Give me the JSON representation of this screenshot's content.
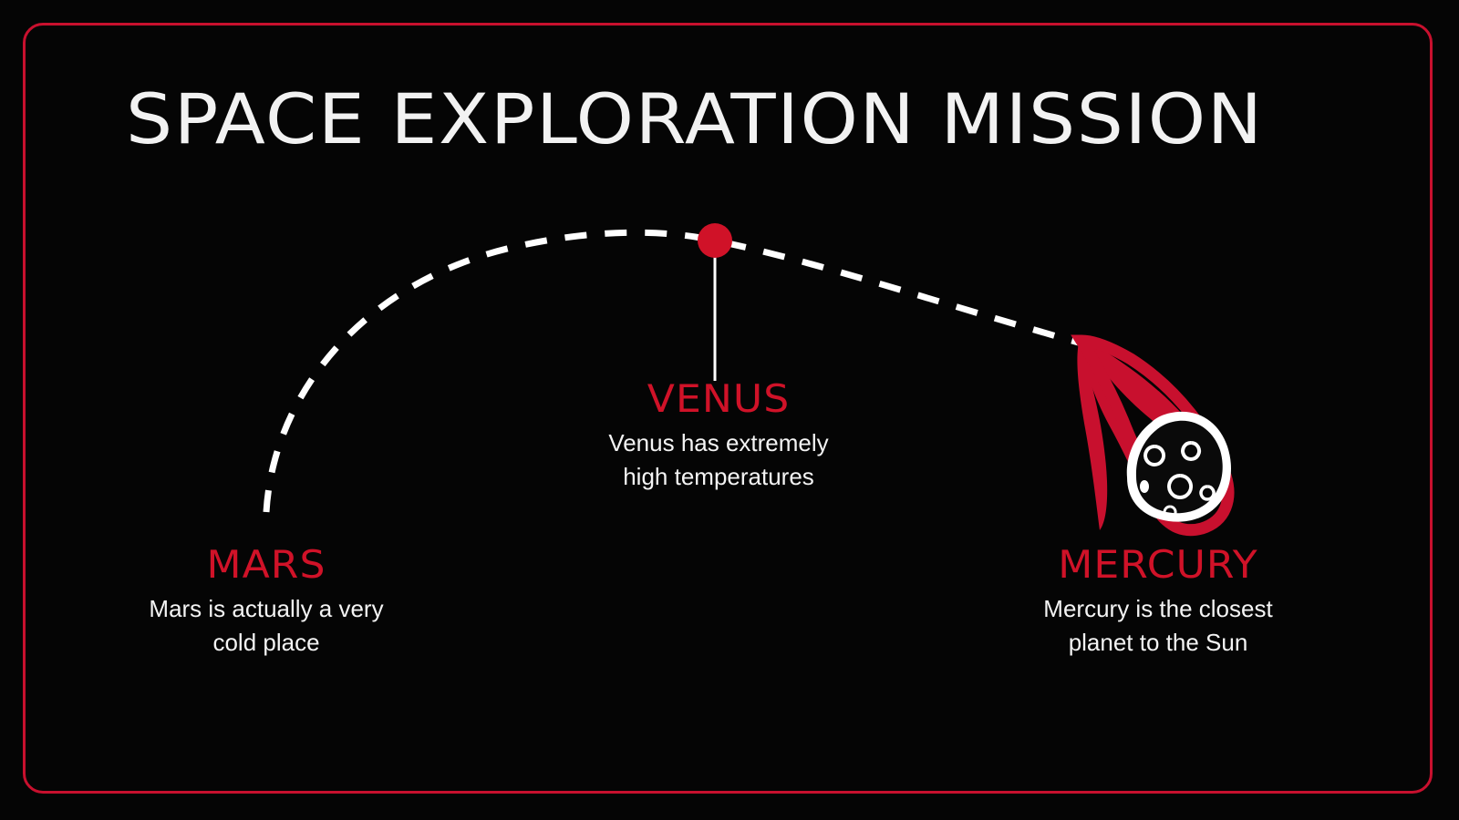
{
  "slide": {
    "title": "SPACE EXPLORATION MISSION",
    "background_color": "#050505",
    "accent_color": "#c8102e",
    "text_color": "#f2f2f2"
  },
  "frame": {
    "border_color": "#c8102e"
  },
  "planets": [
    {
      "id": "venus",
      "name": "VENUS",
      "description": "Venus has extremely\nhigh temperatures",
      "description_line1": "Venus has extremely",
      "description_line2": "high temperatures",
      "name_color": "#d01228"
    },
    {
      "id": "mars",
      "name": "MARS",
      "description": "Mars is actually a very\ncold place",
      "description_line1": "Mars is actually a very",
      "description_line2": "cold place",
      "name_color": "#d01228"
    },
    {
      "id": "mercury",
      "name": "MERCURY",
      "description": "Mercury is the closest\nplanet to the Sun",
      "description_line1": "Mercury is the closest",
      "description_line2": "planet to the Sun",
      "name_color": "#d01228"
    }
  ],
  "graphics": {
    "trajectory_arc": {
      "icon": "dashed-arc-trajectory",
      "color": "#ffffff",
      "style": "dashed"
    },
    "venus_marker": {
      "icon": "red-dot-marker",
      "color": "#d01228"
    },
    "venus_connector": {
      "icon": "vertical-connector-line",
      "color": "#ffffff"
    },
    "comet": {
      "icon": "comet-asteroid",
      "tail_color": "#c8102e",
      "body_outline_color": "#ffffff",
      "body_fill_color": "#0a0a0a"
    }
  }
}
